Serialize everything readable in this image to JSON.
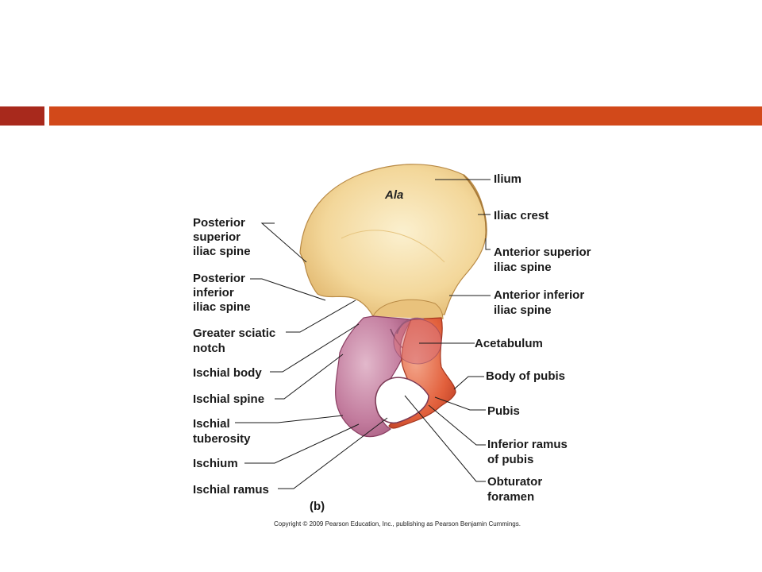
{
  "labels": {
    "ala": "Ala",
    "ilium": "Ilium",
    "iliac_crest": "Iliac crest",
    "asis_1": "Anterior superior",
    "asis_2": "iliac spine",
    "aiis_1": "Anterior inferior",
    "aiis_2": "iliac spine",
    "acetabulum": "Acetabulum",
    "body_of_pubis": "Body of pubis",
    "pubis": "Pubis",
    "inf_ramus_1": "Inferior ramus",
    "inf_ramus_2": "of pubis",
    "obturator_1": "Obturator",
    "obturator_2": "foramen",
    "psis_1": "Posterior",
    "psis_2": "superior",
    "psis_3": "iliac spine",
    "piis_1": "Posterior",
    "piis_2": "inferior",
    "piis_3": "iliac spine",
    "gsn_1": "Greater sciatic",
    "gsn_2": "notch",
    "ischial_body": "Ischial body",
    "ischial_spine": "Ischial spine",
    "tuberosity_1": "Ischial",
    "tuberosity_2": "tuberosity",
    "ischium": "Ischium",
    "ischial_ramus": "Ischial ramus",
    "panel": "(b)",
    "copyright": "Copyright © 2009 Pearson Education, Inc., publishing as Pearson Benjamin Cummings."
  },
  "colors": {
    "accent_dark": "#a8291c",
    "accent": "#d2491a",
    "ilium": "#f3d79a",
    "ischium": "#c2789a",
    "pubis": "#e2603c"
  }
}
